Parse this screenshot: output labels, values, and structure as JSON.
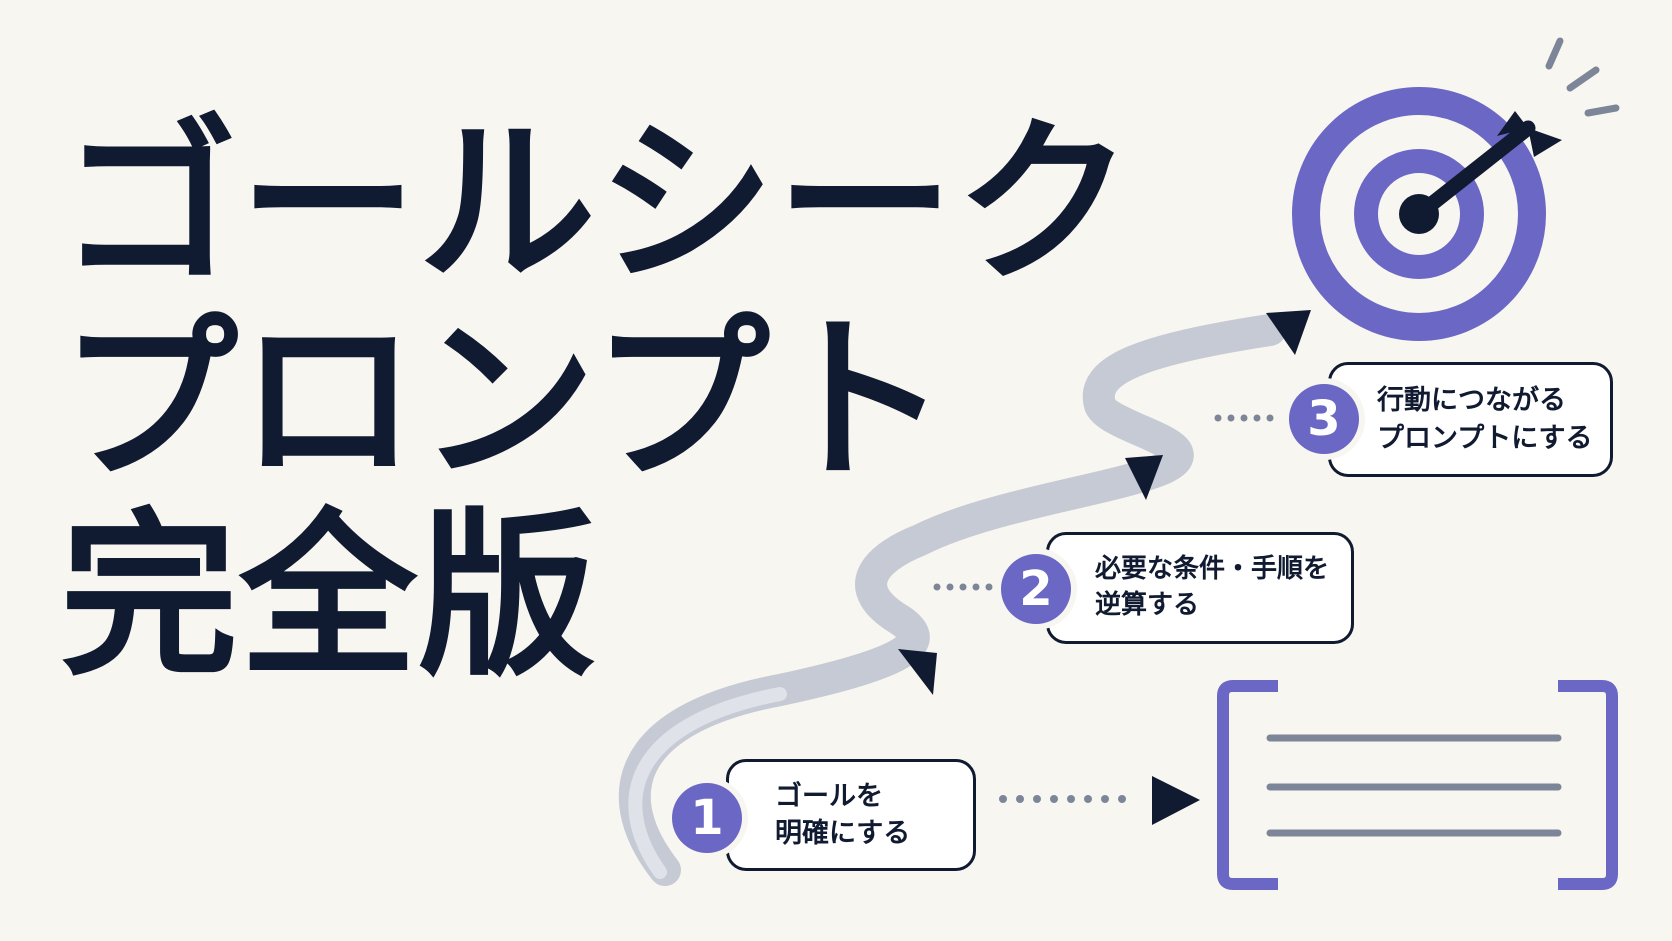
{
  "title": {
    "line1": "ゴールシーク",
    "line2": "プロンプト",
    "line3": "完全版"
  },
  "steps": [
    {
      "number": "1",
      "line1": "ゴールを",
      "line2": "明確にする"
    },
    {
      "number": "2",
      "line1": "必要な条件・手順を",
      "line2": "逆算する"
    },
    {
      "number": "3",
      "line1": "行動につながる",
      "line2": "プロンプトにする"
    }
  ],
  "icons": {
    "target": "target-icon",
    "arrow": "arrow-icon",
    "document": "document-icon",
    "path": "winding-path"
  },
  "colors": {
    "background": "#f8f6f0",
    "text": "#101a30",
    "accent": "#6b67c4",
    "path": "#c6cad4",
    "document_lines": "#7d8699"
  }
}
